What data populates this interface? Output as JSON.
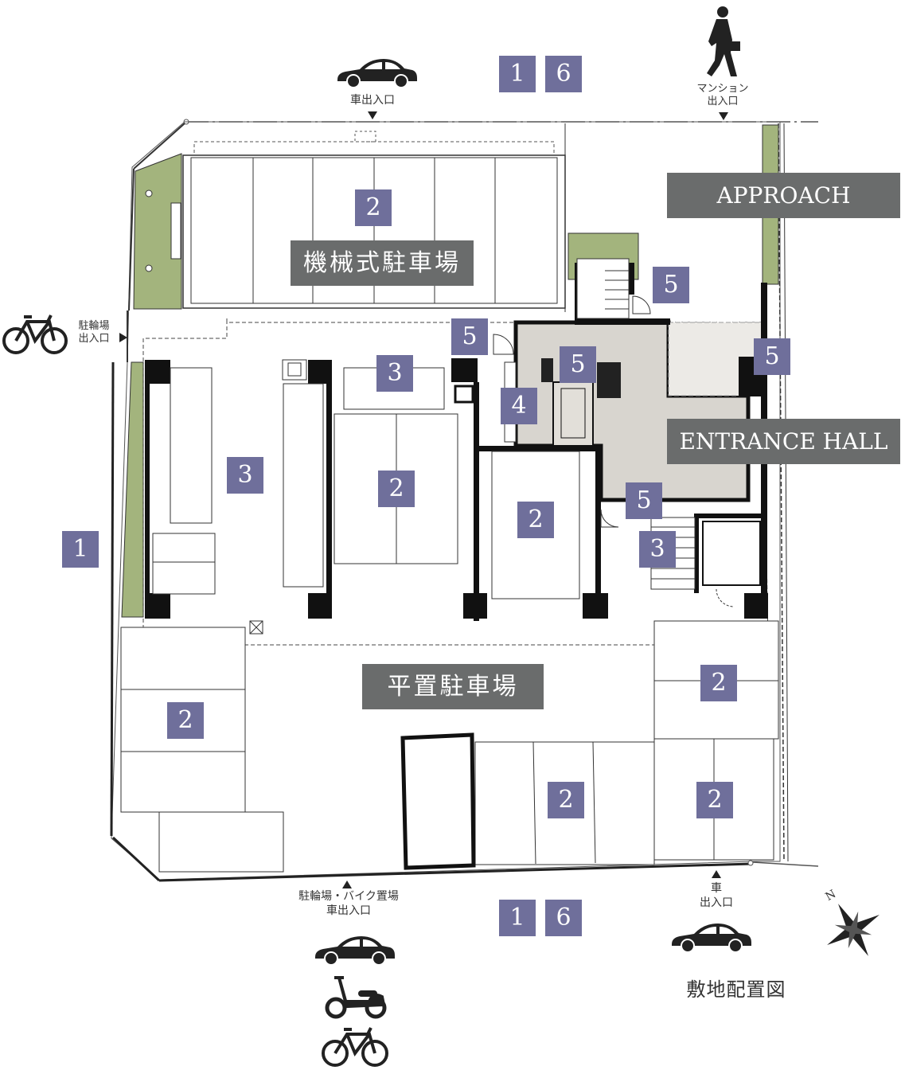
{
  "colors": {
    "badge": "#6f6f9b",
    "banner": "#6a6c6c",
    "greenery": "#a3b47d",
    "lobby": "#d8d5cf",
    "walls": "#111111"
  },
  "top_badges": [
    "1",
    "6"
  ],
  "bottom_badges": [
    "1",
    "6"
  ],
  "left_badge": "1",
  "entrances": {
    "car_top": "車出入口",
    "mansion": [
      "マンション",
      "出入口"
    ],
    "bicycle": [
      "駐輪場",
      "出入口"
    ],
    "bike_bottom": [
      "駐輪場・バイク置場",
      "車出入口"
    ],
    "car_bottom": [
      "車",
      "出入口"
    ]
  },
  "banners": {
    "approach": "APPROACH",
    "entrance_hall": "ENTRANCE HALL",
    "mechanical_parking": "機械式駐車場",
    "flat_parking": "平置駐車場"
  },
  "badges": {
    "mech_parking": "2",
    "left_bike_area": "3",
    "parking_a": "2",
    "parking_b": "2",
    "bike_top": "3",
    "trash": "5",
    "mailbox": "4",
    "elevator": "5",
    "stairs_top": "5",
    "right_hall": "5",
    "lobby_bottom": "5",
    "stair": "3",
    "flat_left": "2",
    "flat_mid": "2",
    "flat_right_upper": "2",
    "flat_right_lower": "2"
  },
  "caption": "敷地配置図",
  "icons": [
    "car-icon",
    "pedestrian-icon",
    "bicycle-icon",
    "scooter-icon",
    "compass-icon"
  ]
}
